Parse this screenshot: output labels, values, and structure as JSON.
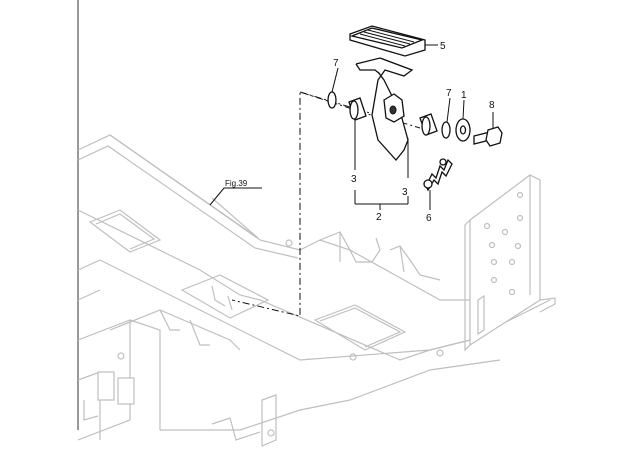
{
  "figure_ref": "Fig.39",
  "callouts": {
    "c1": "1",
    "c2": "2",
    "c3a": "3",
    "c3b": "3",
    "c5": "5",
    "c6": "6",
    "c7a": "7",
    "c7b": "7",
    "c8": "8"
  }
}
